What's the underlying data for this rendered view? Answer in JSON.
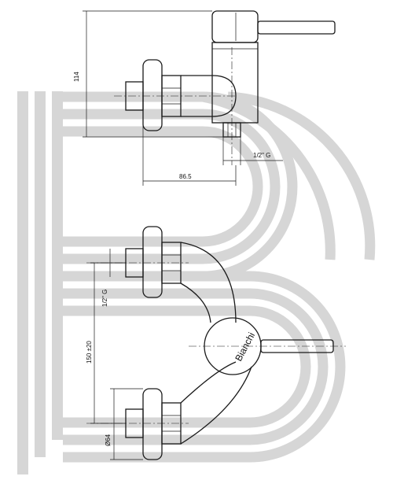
{
  "drawing": {
    "dimensions": {
      "height_top": "114",
      "thread_top": "1/2\" G",
      "depth": "86.5",
      "thread_side": "1/2\" G",
      "spacing": "150 ±20",
      "diameter": "Ø64"
    },
    "brand_label": "Bianchi",
    "colors": {
      "line": "#1a1a1a",
      "watermark": "#d6d6d6",
      "background": "#ffffff"
    }
  }
}
